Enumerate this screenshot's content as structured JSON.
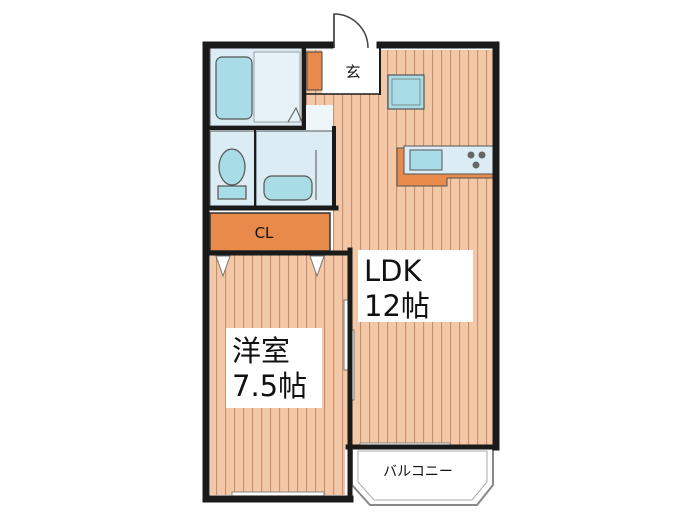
{
  "rooms": {
    "ldk": {
      "name": "LDK",
      "size": "12帖"
    },
    "western": {
      "name": "洋室",
      "size": "7.5帖"
    },
    "closet": {
      "name": "CL"
    },
    "entrance": {
      "name": "玄"
    },
    "balcony": {
      "name": "バルコニー"
    }
  },
  "colors": {
    "floor": "#f2c8a6",
    "floor_stripe": "#c98e70",
    "wall": "#1a1a1a",
    "wet_area": "#dcecf5",
    "fixture": "#a8dde8",
    "cabinet": "#e88a4a",
    "balcony": "#dcdcdc"
  }
}
